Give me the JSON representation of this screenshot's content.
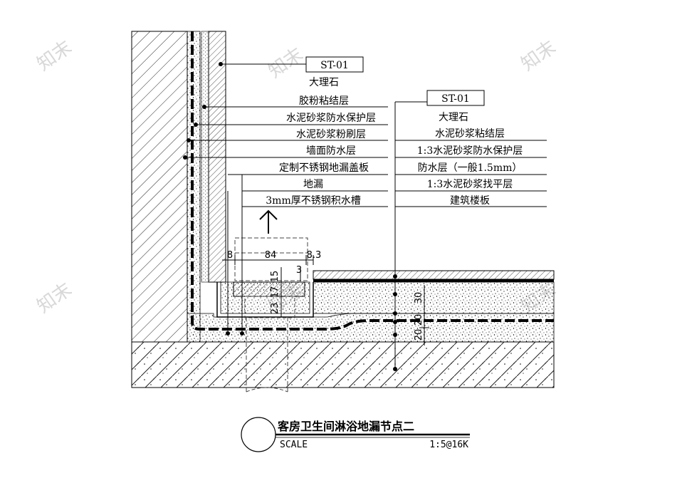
{
  "watermark": "知末",
  "left_callout": {
    "tag": "ST-01",
    "layers": [
      "大理石",
      "胶粉粘结层",
      "水泥砂浆防水保护层",
      "水泥砂浆粉刷层",
      "墙面防水层",
      "定制不锈钢地漏盖板",
      "地漏",
      "3mm厚不锈钢积水槽"
    ]
  },
  "right_callout": {
    "tag": "ST-01",
    "layers": [
      "大理石",
      "水泥砂浆粘结层",
      "1:3水泥砂浆防水保护层",
      "防水层（一般1.5mm）",
      "1:3水泥砂浆找平层",
      "建筑楼板"
    ]
  },
  "dimensions": {
    "top": [
      "8",
      "84",
      "8.3"
    ],
    "drain_vertical": [
      "15",
      "17",
      "3",
      "23"
    ],
    "floor_vertical": [
      "30",
      "20",
      "20"
    ]
  },
  "title_block": {
    "title": "客房卫生间淋浴地漏节点二",
    "scale_label": "SCALE",
    "scale_value": "1:5@16K"
  }
}
